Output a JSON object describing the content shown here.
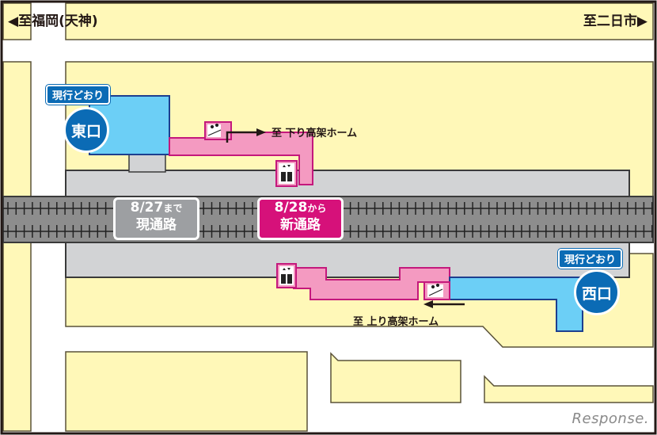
{
  "title": "Station passage change map",
  "directions": {
    "left": {
      "arrow": "◀",
      "label": "至福岡(天神)"
    },
    "right": {
      "label": "至二日市",
      "arrow": "▶"
    }
  },
  "exits": {
    "east": {
      "status_label": "現行どおり",
      "name": "東口"
    },
    "west": {
      "status_label": "現行どおり",
      "name": "西口"
    }
  },
  "passages": {
    "current": {
      "date": "8/27",
      "suffix": "まで",
      "label": "現通路",
      "color": "#9d9fa2"
    },
    "new": {
      "date": "8/28",
      "suffix": "から",
      "label": "新通路",
      "color": "#d6117a"
    }
  },
  "platforms": {
    "down": {
      "prefix": "至",
      "label": "下り高架ホーム"
    },
    "up": {
      "prefix": "至",
      "label": "上り高架ホーム"
    }
  },
  "icons": {
    "escalator": "escalator-icon",
    "elevator": "elevator-icon"
  },
  "colors": {
    "block": "#fff8b8",
    "road": "#ffffff",
    "station": "#d2d3d5",
    "track": "#8d8d8d",
    "exit_building": "#6ccff6",
    "new_passage": "#f49ac1",
    "new_passage_border": "#c4187c",
    "exit_badge": "#0b6bb5"
  },
  "watermark": "Response."
}
